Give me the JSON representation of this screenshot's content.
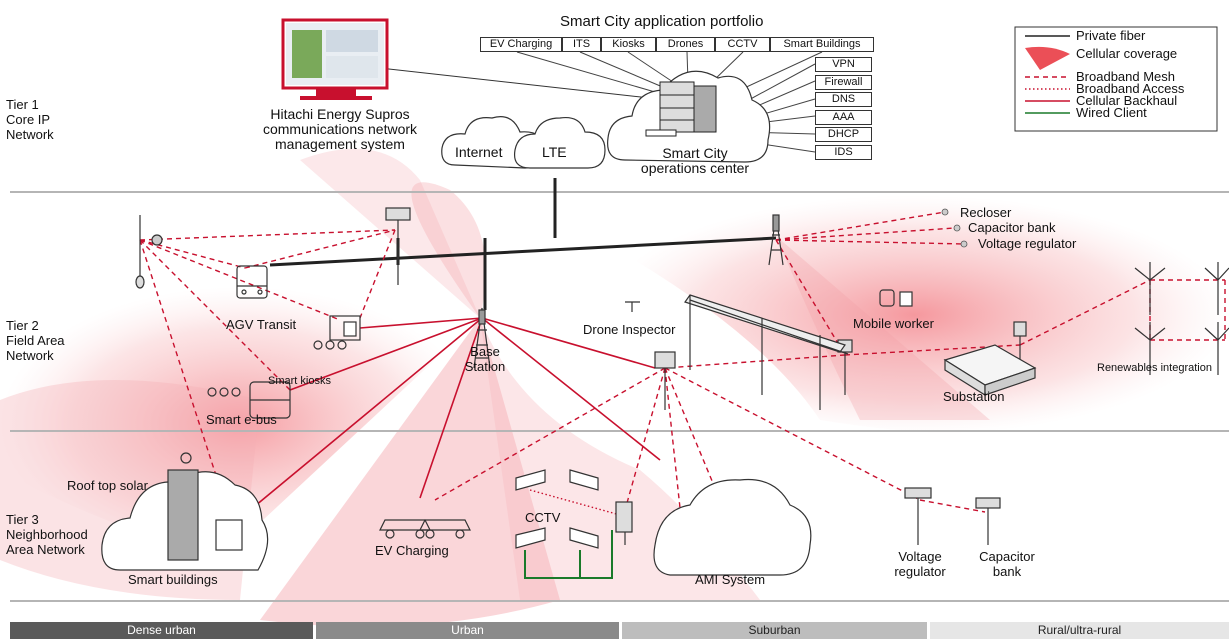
{
  "portfolio": {
    "title": "Smart City application portfolio",
    "apps": [
      "EV Charging",
      "ITS",
      "Kiosks",
      "Drones",
      "CCTV",
      "Smart Buildings"
    ],
    "services": [
      "VPN",
      "Firewall",
      "DNS",
      "AAA",
      "DHCP",
      "IDS"
    ]
  },
  "legend": {
    "items": [
      {
        "label": "Private fiber",
        "color": "#222222",
        "style": "solid"
      },
      {
        "label": "Cellular coverage",
        "color": "#e8303a",
        "style": "fan"
      },
      {
        "label": "Broadband Mesh",
        "color": "#c8102e",
        "style": "dashed"
      },
      {
        "label": "Broadband Access",
        "color": "#c8102e",
        "style": "dotted"
      },
      {
        "label": "Cellular Backhaul",
        "color": "#c8102e",
        "style": "solid"
      },
      {
        "label": "Wired Client",
        "color": "#1a7a2a",
        "style": "solid"
      }
    ]
  },
  "tiers": {
    "tier1": [
      "Tier 1",
      "Core IP",
      "Network"
    ],
    "tier2": [
      "Tier 2",
      "Field Area",
      "Network"
    ],
    "tier3": [
      "Tier 3",
      "Neighborhood",
      "Area Network"
    ]
  },
  "core": {
    "nms": [
      "Hitachi Energy Supros",
      "communications network",
      "management system"
    ],
    "internet": "Internet",
    "lte": "LTE",
    "ops_center": [
      "Smart City",
      "operations center"
    ]
  },
  "nodes": {
    "agv": "AGV Transit",
    "kiosks": "Smart kiosks",
    "ebus": "Smart e-bus",
    "base_station": [
      "Base",
      "Station"
    ],
    "drone": "Drone Inspector",
    "recloser": "Recloser",
    "capbank": "Capacitor bank",
    "voltreg": "Voltage regulator",
    "mobile": "Mobile worker",
    "substation": "Substation",
    "renewables": "Renewables integration",
    "solar": "Roof top solar",
    "buildings": "Smart buildings",
    "ev": "EV Charging",
    "cctv": "CCTV",
    "ami": "AMI System",
    "voltreg2": [
      "Voltage",
      "regulator"
    ],
    "capbank2": [
      "Capacitor",
      "bank"
    ]
  },
  "bands": [
    {
      "label": "Dense urban",
      "bg": "#5a5a5a",
      "fg": "#ffffff"
    },
    {
      "label": "Urban",
      "bg": "#8a8a8a",
      "fg": "#ffffff"
    },
    {
      "label": "Suburban",
      "bg": "#bdbdbd",
      "fg": "#222222"
    },
    {
      "label": "Rural/ultra-rural",
      "bg": "#e6e6e6",
      "fg": "#222222"
    }
  ],
  "colors": {
    "accent": "#c8102e",
    "coverage": "#f2a0a6",
    "wired": "#1a7a2a",
    "fiber": "#222222"
  }
}
